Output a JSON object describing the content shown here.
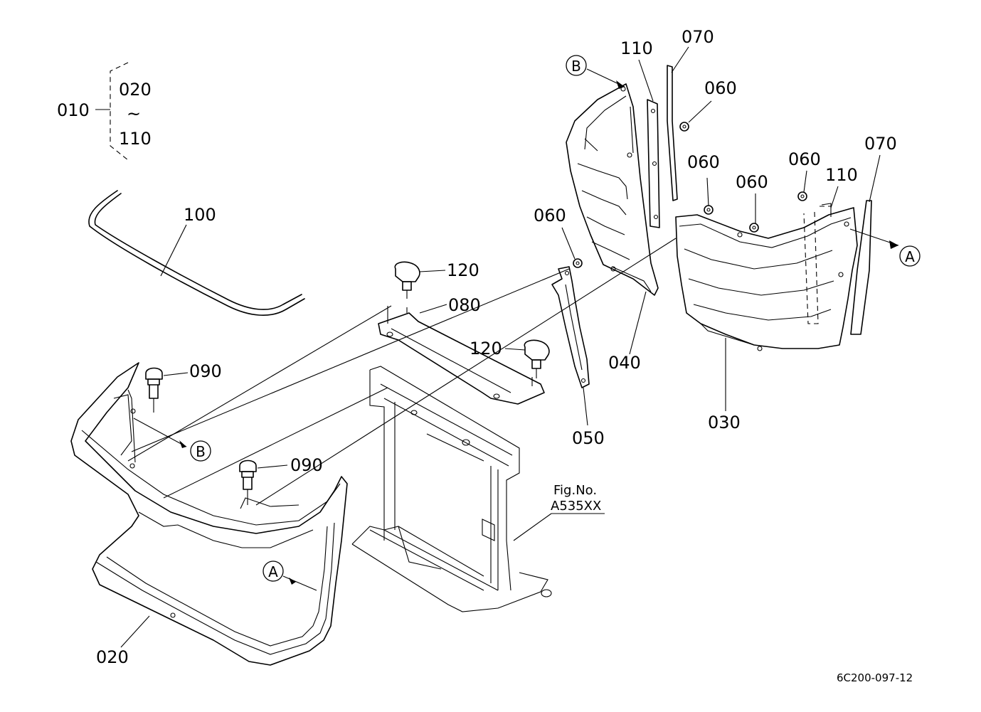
{
  "diagram": {
    "group": {
      "parent": "010",
      "first": "020",
      "range_symbol": "~",
      "last": "110"
    },
    "callouts": {
      "p100": "100",
      "p120a": "120",
      "p120b": "120",
      "p080": "080",
      "p090a": "090",
      "p090b": "090",
      "p060a": "060",
      "p060b": "060",
      "p060c": "060",
      "p060d": "060",
      "p060e": "060",
      "p110a": "110",
      "p110b": "110",
      "p070a": "070",
      "p070b": "070",
      "p040": "040",
      "p050": "050",
      "p030": "030",
      "p020": "020"
    },
    "refs": {
      "A": "A",
      "B": "B"
    },
    "figure_ref": {
      "line1": "Fig.No.",
      "line2": "A535XX"
    },
    "drawing_code": "6C200-097-12"
  }
}
